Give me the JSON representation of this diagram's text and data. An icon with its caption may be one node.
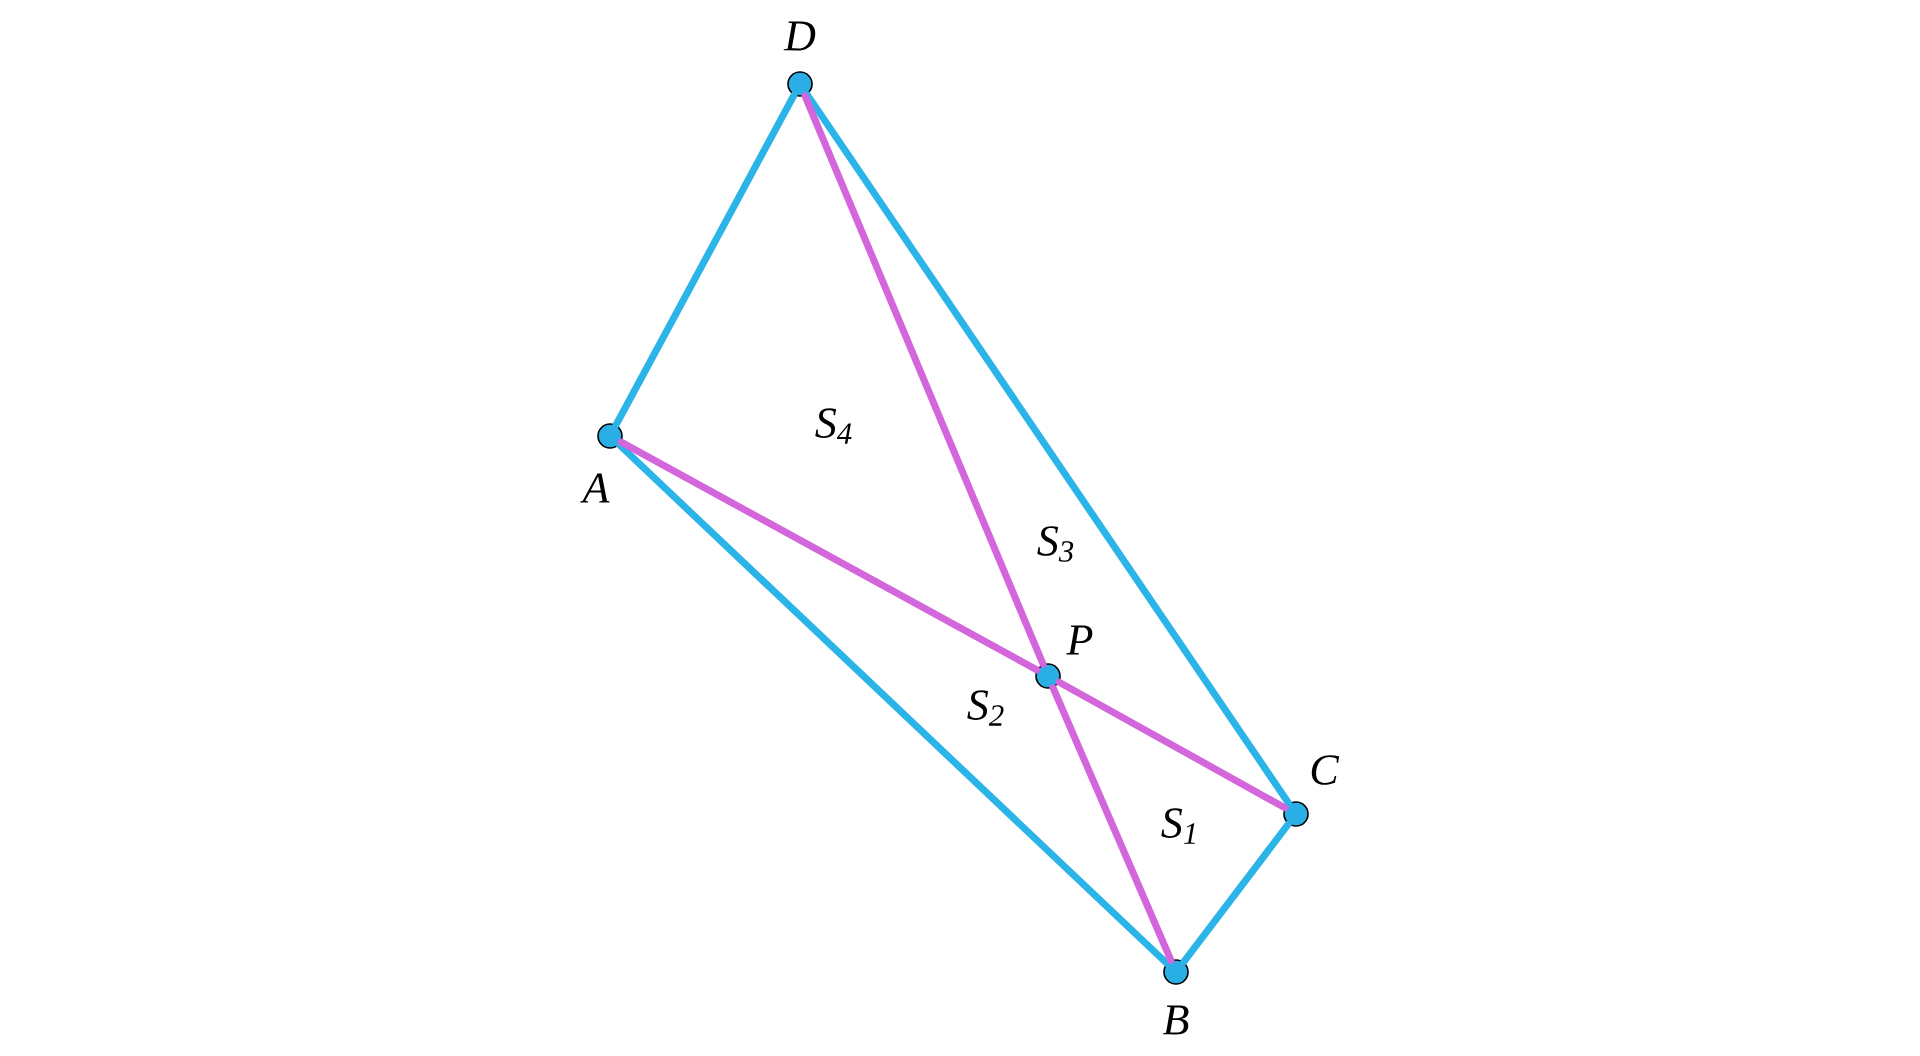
{
  "diagram": {
    "nodes": [
      {
        "text": [],
        "shape": "circle",
        "beside": [
          "D"
        ]
      },
      {
        "text": [],
        "shape": "circle",
        "beside": [
          "A"
        ]
      },
      {
        "text": [],
        "shape": "circle",
        "beside": [
          "P"
        ]
      },
      {
        "text": [],
        "shape": "circle",
        "beside": [
          "C"
        ]
      },
      {
        "text": [],
        "shape": "circle",
        "beside": [
          "B"
        ]
      }
    ],
    "edges": [
      {
        "from": 1,
        "to": 0,
        "arrow": "none"
      },
      {
        "from": 0,
        "to": 3,
        "arrow": "none"
      },
      {
        "from": 3,
        "to": 4,
        "arrow": "none"
      },
      {
        "from": 4,
        "to": 1,
        "arrow": "none"
      },
      {
        "from": 1,
        "to": 2,
        "arrow": "none",
        "color": "#d466dc"
      },
      {
        "from": 2,
        "to": 3,
        "arrow": "none",
        "color": "#d466dc"
      },
      {
        "from": 0,
        "to": 2,
        "arrow": "none",
        "color": "#d466dc"
      },
      {
        "from": 2,
        "to": 4,
        "arrow": "none",
        "color": "#d466dc"
      }
    ],
    "labels": [
      "S$_{4}$",
      "S$_{3}$",
      "S$_{2}$",
      "S$_{1}$"
    ]
  }
}
